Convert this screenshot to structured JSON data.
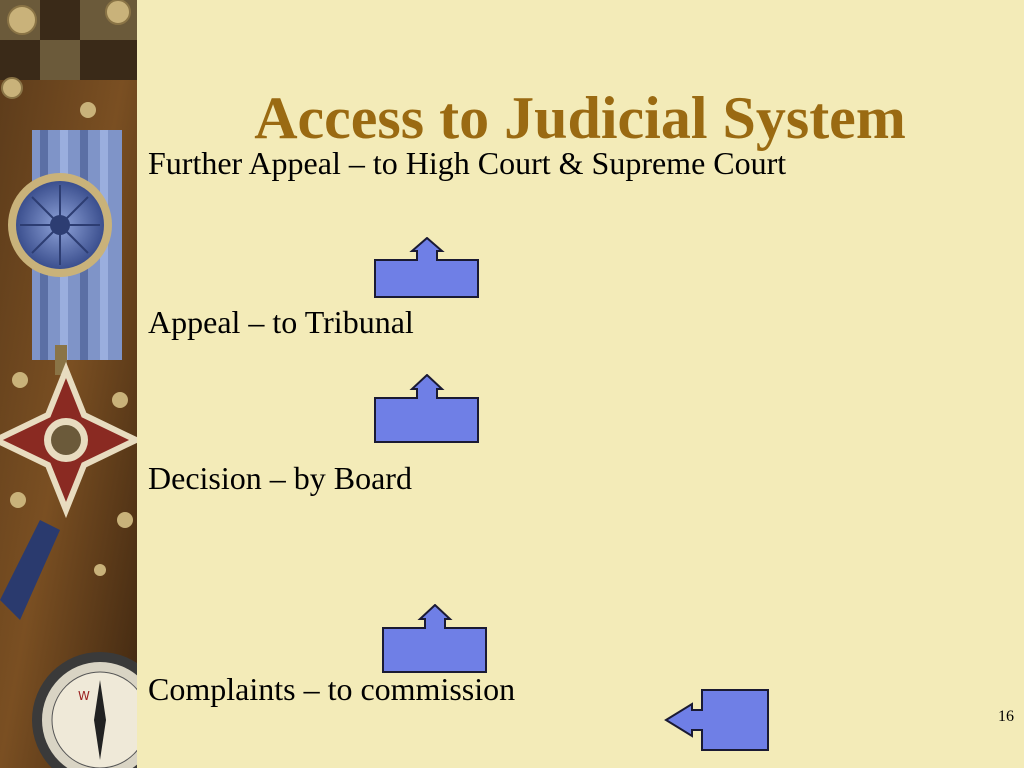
{
  "slide": {
    "title": "Access to Judicial System",
    "items": [
      "Further Appeal – to High Court & Supreme Court",
      "Appeal – to Tribunal",
      "Decision – by Board",
      "Complaints – to commission"
    ],
    "page_number": "16"
  },
  "colors": {
    "background": "#F3EBB8",
    "title": "#9A6A12",
    "arrow_fill": "#6F7FE6",
    "arrow_stroke": "#1A1A33"
  },
  "icons": {
    "side": "medal-compass-decoration",
    "flow": "up-arrow-callout",
    "left": "left-arrow-callout"
  }
}
